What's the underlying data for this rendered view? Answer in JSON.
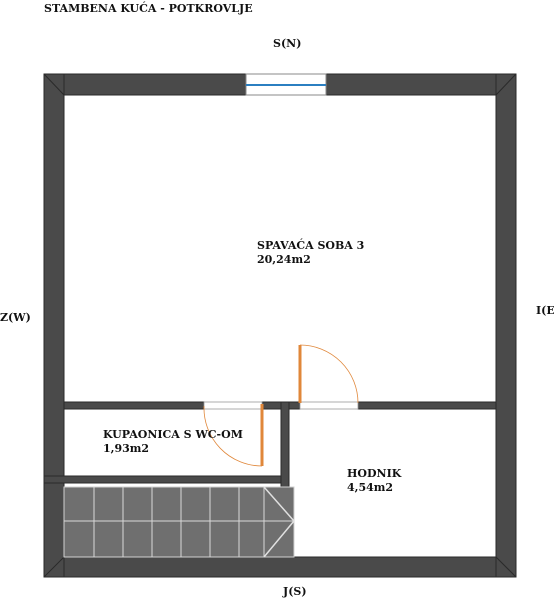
{
  "title": "STAMBENA KUĆA - POTKROVLJE",
  "compass": {
    "north": "S(N)",
    "south": "J(S)",
    "west": "Z(W)",
    "east": "I(E)"
  },
  "rooms": [
    {
      "name": "SPAVAĆA SOBA 3",
      "area": "20,24m2"
    },
    {
      "name": "KUPAONICA S WC-OM",
      "area": "1,93m2"
    },
    {
      "name": "HODNIK",
      "area": "4,54m2"
    }
  ],
  "colors": {
    "wall": "#4a4a4a",
    "wall_outline": "#2a2a2a",
    "stair": "#6f6f6f",
    "door": "#e0873a",
    "window": "#2b7fc1"
  }
}
